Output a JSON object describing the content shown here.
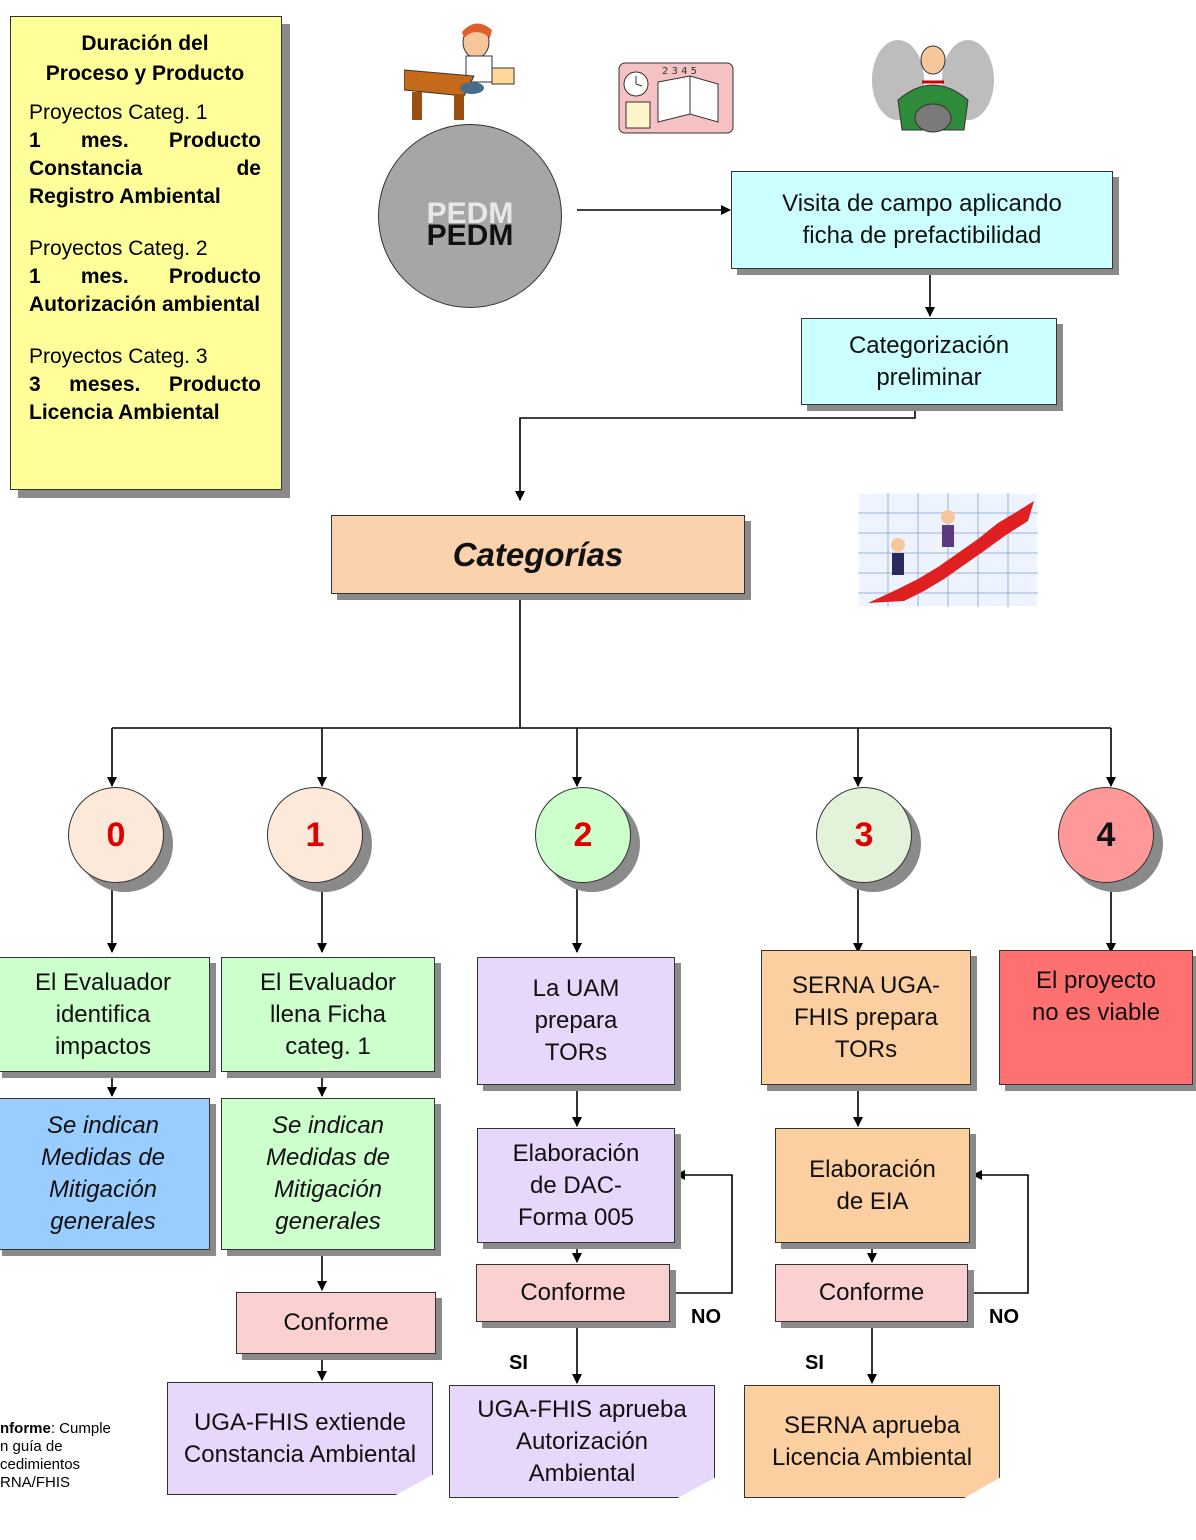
{
  "sidebar": {
    "title_line1": "Duración del",
    "title_line2": "Proceso y Producto",
    "cat1_label": "Proyectos Categ. 1",
    "cat1_product": "1 mes. Producto Constancia de Registro Ambiental",
    "cat2_label": "Proyectos Categ. 2",
    "cat2_product": "1 mes. Producto Autorización ambiental",
    "cat3_label": "Proyectos Categ. 3",
    "cat3_product": "3 meses. Producto Licencia Ambiental"
  },
  "pedm": {
    "shadow_label": "PEDM",
    "label": "PEDM"
  },
  "flow": {
    "visita": "Visita de campo aplicando ficha de prefactibilidad",
    "categorizacion": "Categorización preliminar",
    "categorias": "Categorías"
  },
  "categories": [
    "0",
    "1",
    "2",
    "3",
    "4"
  ],
  "colors": {
    "sidebar_bg": "#ffff99",
    "cyan": "#ccffff",
    "peach": "#fad2ad",
    "circle0": "#fde9d9",
    "circle1": "#fde9d9",
    "circle2": "#ccffcc",
    "circle3": "#e2f3da",
    "circle4": "#ff9999",
    "red_box": "#ff7070",
    "lavender": "#e7d7fb",
    "green": "#ccffcc",
    "blue": "#99ccff",
    "pink": "#fad0d0",
    "orange": "#fbcf9f"
  },
  "col0": {
    "step1": "El Evaluador identifica impactos",
    "step2": "Se indican Medidas de Mitigación generales"
  },
  "col1": {
    "step1": "El Evaluador llena Ficha categ. 1",
    "step2": "Se indican Medidas de Mitigación generales",
    "conforme": "Conforme",
    "result": "UGA-FHIS extiende Constancia Ambiental"
  },
  "col2": {
    "step1": "La UAM prepara TORs",
    "step2": "Elaboración de DAC-Forma 005",
    "conforme": "Conforme",
    "no": "NO",
    "si": "SI",
    "result": "UGA-FHIS aprueba Autorización Ambiental"
  },
  "col3": {
    "step1": "SERNA UGA-FHIS prepara TORs",
    "step2": "Elaboración de EIA",
    "conforme": "Conforme",
    "no": "NO",
    "si": "SI",
    "result": "SERNA aprueba Licencia Ambiental"
  },
  "col4": {
    "step1": "El proyecto no es viable"
  },
  "footnote": {
    "term": "nforme",
    "rest": ": Cumple\nn guía de\ncedimientos\nRNA/FHIS"
  },
  "icons": [
    "person-at-desk-icon",
    "calendar-book-icon",
    "stressed-person-icon",
    "people-climbing-graph-icon"
  ]
}
